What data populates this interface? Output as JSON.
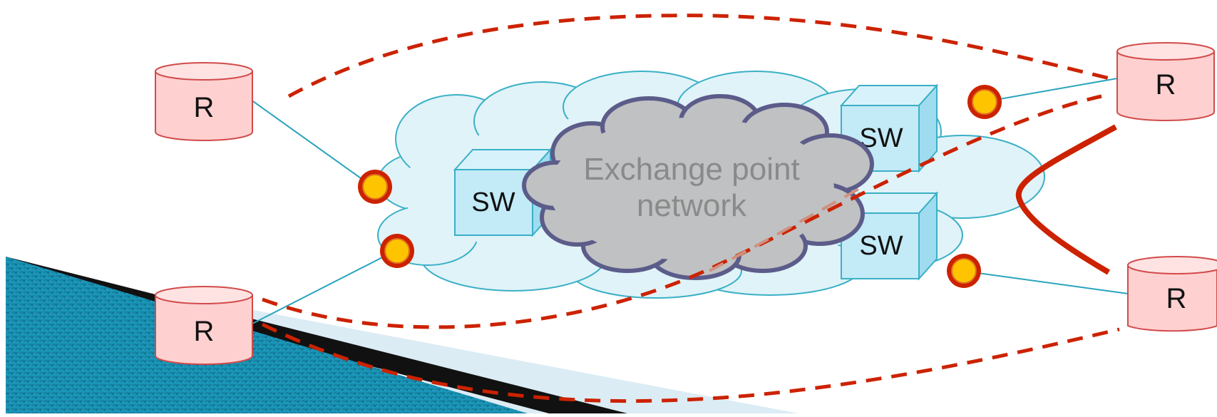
{
  "colors": {
    "background": "#ffffff",
    "ixp_cloud_fill": "#e0f3f8",
    "ixp_cloud_stroke": "#3ab0c6",
    "core_cloud_fill": "#bfc1c2",
    "core_cloud_stroke": "#5c5c8a",
    "router_fill": "#ffd0d0",
    "router_stroke": "#d24a4a",
    "switch_fill": "#c3eaf7",
    "switch_stroke": "#3ab0c6",
    "peering_session": "#cc2200",
    "port_outer": "#cc2200",
    "port_inner": "#ffc400",
    "link": "#2aa4bd",
    "slide_teal": "#1287a8"
  },
  "diagram": {
    "core_label_line1": "Exchange point",
    "core_label_line2": "network",
    "routers": [
      {
        "id": "router-top-left",
        "label": "R"
      },
      {
        "id": "router-bottom-left",
        "label": "R"
      },
      {
        "id": "router-top-right",
        "label": "R"
      },
      {
        "id": "router-bottom-right",
        "label": "R"
      }
    ],
    "switches": [
      {
        "id": "switch-left",
        "label": "SW"
      },
      {
        "id": "switch-top-right",
        "label": "SW"
      },
      {
        "id": "switch-bottom-right",
        "label": "SW"
      }
    ],
    "ports": [
      "port-top-left",
      "port-bottom-left",
      "port-top-right",
      "port-bottom-right"
    ],
    "edges": [
      {
        "from": "router-top-left",
        "to": "port-top-left",
        "style": "solid"
      },
      {
        "from": "router-bottom-left",
        "to": "port-bottom-left",
        "style": "solid"
      },
      {
        "from": "router-top-right",
        "to": "port-top-right",
        "style": "solid"
      },
      {
        "from": "router-bottom-right",
        "to": "port-bottom-right",
        "style": "solid"
      },
      {
        "from": "router-top-left",
        "to": "router-top-right",
        "style": "dashed"
      },
      {
        "from": "router-bottom-left",
        "to": "router-top-right",
        "style": "dashed"
      },
      {
        "from": "router-bottom-left",
        "to": "router-bottom-right",
        "style": "dashed"
      }
    ]
  }
}
